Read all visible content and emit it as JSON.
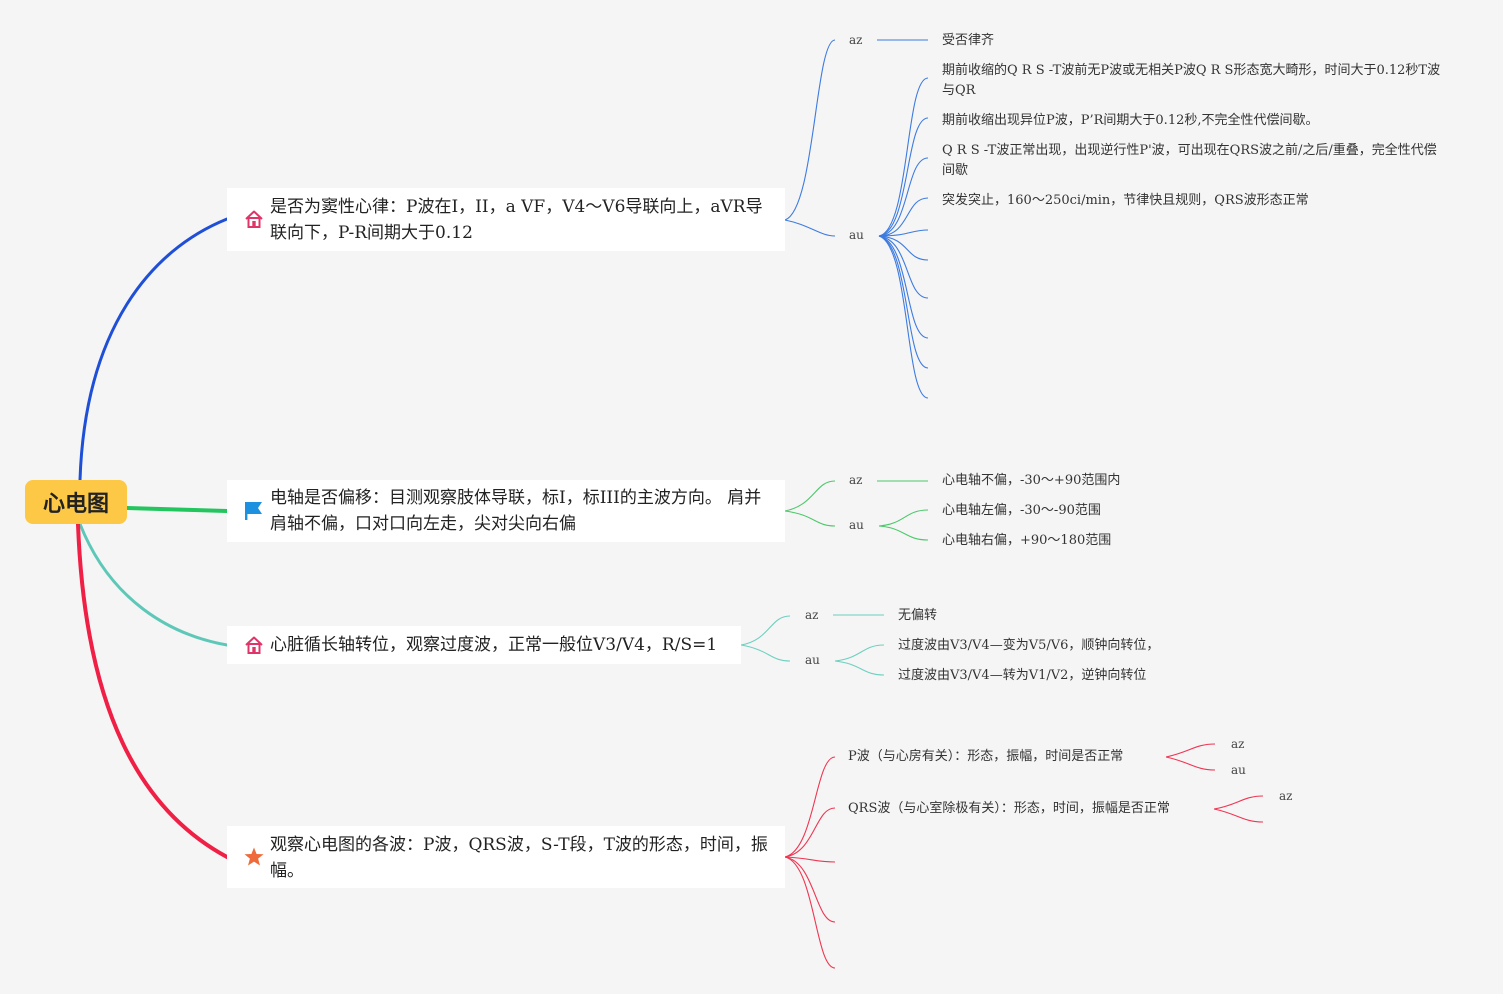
{
  "root": {
    "title": "心电图"
  },
  "branches": [
    {
      "icon": "home-icon",
      "color": "#1f4fd6",
      "text": "是否为窦性心律：P波在I，II，a VF，V4～V6导联向上，aVR导联向下，P-R间期大于0.12",
      "keys": [
        "az",
        "au"
      ],
      "leaves": [
        "受否律齐",
        "期前收缩的Q R S -T波前无P波或无相关P波Q R S形态宽大畸形，时间大于0.12秒T波与QR",
        "期前收缩出现异位P波，P’R间期大于0.12秒,不完全性代偿间歇。",
        "Q R S -T波正常出现，出现逆行性P'波，可出现在QRS波之前/之后/重叠，完全性代偿间歇",
        "突发突止，160～250ci/min，节律快且规则，QRS波形态正常"
      ]
    },
    {
      "icon": "flag-icon",
      "color": "#22c55e",
      "text": "电轴是否偏移：目测观察肢体导联，标I，标III的主波方向。 肩并肩轴不偏，口对口向左走，尖对尖向右偏",
      "keys": [
        "az",
        "au"
      ],
      "leaves": [
        "心电轴不偏，-30～+90范围内",
        "心电轴左偏，-30～-90范围",
        "心电轴右偏，+90～180范围"
      ]
    },
    {
      "icon": "home-icon",
      "color": "#5ec8b8",
      "text": "心脏循长轴转位，观察过度波，正常一般位V3/V4，R/S=1",
      "keys": [
        "az",
        "au"
      ],
      "leaves": [
        "无偏转",
        "过度波由V3/V4—变为V5/V6，顺钟向转位，",
        "过度波由V3/V4—转为V1/V2，逆钟向转位"
      ]
    },
    {
      "icon": "star-icon",
      "color": "#ef1f45",
      "text": "观察心电图的各波：P波，QRS波，S-T段，T波的形态，时间，振幅。",
      "subs": [
        {
          "text": "P波（与心房有关）：形态，振幅，时间是否正常",
          "keys": [
            "az",
            "au"
          ]
        },
        {
          "text": "QRS波（与心室除极有关）：形态，时间，振幅是否正常",
          "keys": [
            "az"
          ]
        }
      ]
    }
  ]
}
